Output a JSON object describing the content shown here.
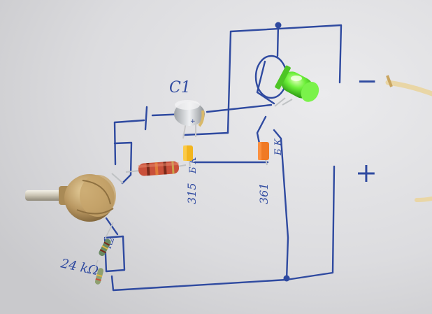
{
  "labels": {
    "capacitor": "C1",
    "cap_sign": "+",
    "minus": "−",
    "plus": "+",
    "transistor_1": "315",
    "transistor_2": "361",
    "pins_1": "Б К",
    "pins_2": "Б К",
    "resistor_value": "24 kΩ",
    "r2": "R2"
  },
  "colors": {
    "paper": "#e4e4e6",
    "ink": "#2f4aa0",
    "led": "#6df03a",
    "resistor": "#c9503a",
    "trans_yellow": "#f2b51e",
    "trans_orange": "#f07a25",
    "brass": "#b89660",
    "wire": "#e9d6a6"
  },
  "icons": [
    "potentiometer-icon",
    "led-icon",
    "capacitor-icon",
    "resistor-icon",
    "transistor-icon",
    "wire-icon"
  ]
}
